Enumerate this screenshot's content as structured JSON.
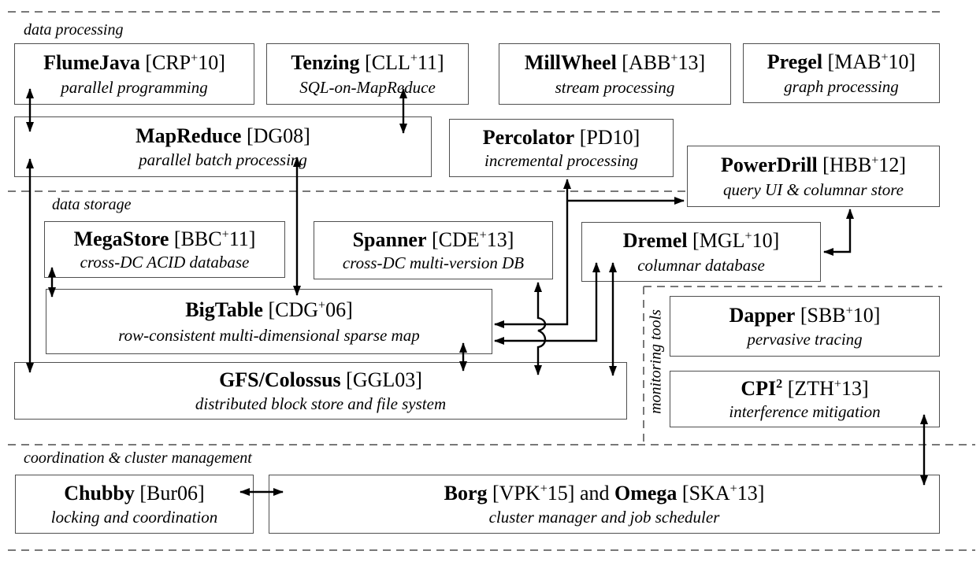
{
  "figure": {
    "sections": {
      "processing_label": "data processing",
      "storage_label": "data storage",
      "monitoring_label": "monitoring tools",
      "coordination_label": "coordination & cluster management"
    },
    "boxes": {
      "flumejava": {
        "title_parts": [
          {
            "t": "FlumeJava",
            "b": true
          },
          {
            "t": " [CRP"
          },
          {
            "t": "+",
            "s": true
          },
          {
            "t": "10]"
          }
        ],
        "subtitle": "parallel programming"
      },
      "tenzing": {
        "title_parts": [
          {
            "t": "Tenzing",
            "b": true
          },
          {
            "t": " [CLL"
          },
          {
            "t": "+",
            "s": true
          },
          {
            "t": "11]"
          }
        ],
        "subtitle": "SQL-on-MapReduce"
      },
      "millwheel": {
        "title_parts": [
          {
            "t": "MillWheel",
            "b": true
          },
          {
            "t": " [ABB"
          },
          {
            "t": "+",
            "s": true
          },
          {
            "t": "13]"
          }
        ],
        "subtitle": "stream processing"
      },
      "pregel": {
        "title_parts": [
          {
            "t": "Pregel",
            "b": true
          },
          {
            "t": " [MAB"
          },
          {
            "t": "+",
            "s": true
          },
          {
            "t": "10]"
          }
        ],
        "subtitle": "graph processing"
      },
      "mapreduce": {
        "title_parts": [
          {
            "t": "MapReduce",
            "b": true
          },
          {
            "t": " [DG08]"
          }
        ],
        "subtitle": "parallel batch processing"
      },
      "percolator": {
        "title_parts": [
          {
            "t": "Percolator",
            "b": true
          },
          {
            "t": " [PD10]"
          }
        ],
        "subtitle": "incremental processing"
      },
      "powerdrill": {
        "title_parts": [
          {
            "t": "PowerDrill",
            "b": true
          },
          {
            "t": " [HBB"
          },
          {
            "t": "+",
            "s": true
          },
          {
            "t": "12]"
          }
        ],
        "subtitle": "query UI & columnar store"
      },
      "megastore": {
        "title_parts": [
          {
            "t": "MegaStore",
            "b": true
          },
          {
            "t": " [BBC"
          },
          {
            "t": "+",
            "s": true
          },
          {
            "t": "11]"
          }
        ],
        "subtitle": "cross-DC ACID database"
      },
      "spanner": {
        "title_parts": [
          {
            "t": "Spanner",
            "b": true
          },
          {
            "t": " [CDE"
          },
          {
            "t": "+",
            "s": true
          },
          {
            "t": "13]"
          }
        ],
        "subtitle": "cross-DC multi-version DB"
      },
      "dremel": {
        "title_parts": [
          {
            "t": "Dremel",
            "b": true
          },
          {
            "t": " [MGL"
          },
          {
            "t": "+",
            "s": true
          },
          {
            "t": "10]"
          }
        ],
        "subtitle": "columnar database"
      },
      "bigtable": {
        "title_parts": [
          {
            "t": "BigTable",
            "b": true
          },
          {
            "t": " [CDG"
          },
          {
            "t": "+",
            "s": true
          },
          {
            "t": "06]"
          }
        ],
        "subtitle": "row-consistent multi-dimensional sparse map"
      },
      "gfs": {
        "title_parts": [
          {
            "t": "GFS/Colossus",
            "b": true
          },
          {
            "t": " [GGL03]"
          }
        ],
        "subtitle": "distributed block store and file system"
      },
      "dapper": {
        "title_parts": [
          {
            "t": "Dapper",
            "b": true
          },
          {
            "t": " [SBB"
          },
          {
            "t": "+",
            "s": true
          },
          {
            "t": "10]"
          }
        ],
        "subtitle": "pervasive tracing"
      },
      "cpi2": {
        "title_parts": [
          {
            "t": "CPI",
            "b": true,
            "s": false
          },
          {
            "t": "2",
            "b": true,
            "s": true
          },
          {
            "t": " [ZTH"
          },
          {
            "t": "+",
            "s": true
          },
          {
            "t": "13]"
          }
        ],
        "subtitle": "interference mitigation"
      },
      "chubby": {
        "title_parts": [
          {
            "t": "Chubby",
            "b": true
          },
          {
            "t": " [Bur06]"
          }
        ],
        "subtitle": "locking and coordination"
      },
      "borg": {
        "title_parts": [
          {
            "t": "Borg",
            "b": true
          },
          {
            "t": " [VPK"
          },
          {
            "t": "+",
            "s": true
          },
          {
            "t": "15] and "
          },
          {
            "t": "Omega",
            "b": true
          },
          {
            "t": " [SKA"
          },
          {
            "t": "+",
            "s": true
          },
          {
            "t": "13]"
          }
        ],
        "subtitle": "cluster manager and job scheduler"
      }
    },
    "connections": [
      {
        "from": "flumejava",
        "to": "mapreduce",
        "type": "bidirectional"
      },
      {
        "from": "tenzing",
        "to": "mapreduce",
        "type": "bidirectional"
      },
      {
        "from": "mapreduce",
        "to": "gfs",
        "type": "bidirectional"
      },
      {
        "from": "mapreduce",
        "to": "bigtable",
        "type": "bidirectional"
      },
      {
        "from": "megastore",
        "to": "bigtable",
        "type": "bidirectional"
      },
      {
        "from": "percolator",
        "to": "bigtable",
        "type": "bidirectional"
      },
      {
        "from": "percolator",
        "to": "powerdrill",
        "type": "directed"
      },
      {
        "from": "powerdrill",
        "to": "dremel",
        "type": "bidirectional"
      },
      {
        "from": "spanner",
        "to": "gfs",
        "type": "bidirectional"
      },
      {
        "from": "dremel",
        "to": "bigtable",
        "type": "bidirectional"
      },
      {
        "from": "dremel",
        "to": "gfs",
        "type": "bidirectional"
      },
      {
        "from": "bigtable",
        "to": "gfs",
        "type": "bidirectional"
      },
      {
        "from": "chubby",
        "to": "borg",
        "type": "bidirectional"
      },
      {
        "from": "cpi2",
        "to": "borg",
        "type": "bidirectional"
      }
    ],
    "colors": {
      "box_border": "#4f4f4f",
      "dashed_line": "#787878",
      "arrow": "#000000",
      "text": "#000000"
    }
  }
}
